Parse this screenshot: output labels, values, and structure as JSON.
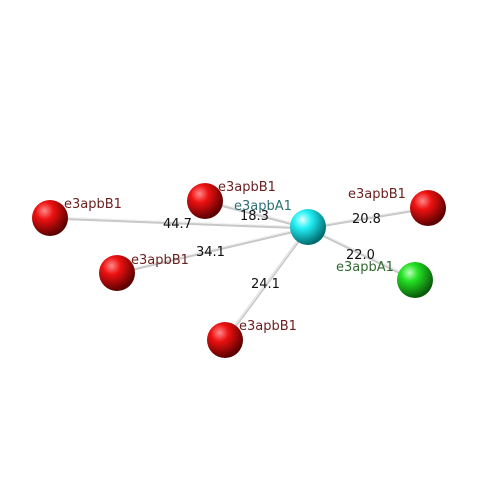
{
  "molecule": {
    "center": {
      "label": "e3apbA1",
      "color": "#00e5ee"
    },
    "neighbors": [
      {
        "id": "n1",
        "label": "e3apbB1",
        "distance": "44.7",
        "color": "#ee0000"
      },
      {
        "id": "n2",
        "label": "e3apbB1",
        "distance": "18.3",
        "color": "#ee0000"
      },
      {
        "id": "n3",
        "label": "e3apbB1",
        "distance": "20.8",
        "color": "#ee0000"
      },
      {
        "id": "n4",
        "label": "e3apbB1",
        "distance": "34.1",
        "color": "#ee0000"
      },
      {
        "id": "n5",
        "label": "e3apbA1",
        "distance": "22.0",
        "color": "#22dd22"
      },
      {
        "id": "n6",
        "label": "e3apbB1",
        "distance": "24.1",
        "color": "#ee0000"
      }
    ]
  }
}
